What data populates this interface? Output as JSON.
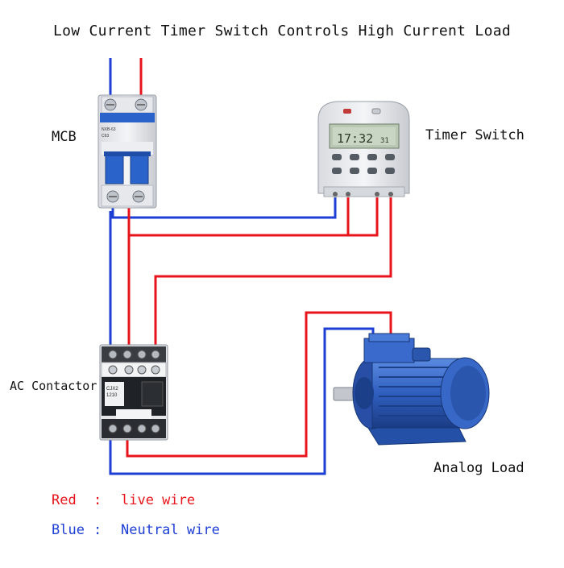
{
  "title": "Low Current Timer Switch Controls High Current Load",
  "labels": {
    "mcb": "MCB",
    "timer_switch": "Timer Switch",
    "ac_contactor": "AC Contactor",
    "analog_load": "Analog Load"
  },
  "legend": {
    "red_key": "Red",
    "red_sep": ":",
    "red_value": "live wire",
    "blue_key": "Blue",
    "blue_sep": ":",
    "blue_value": "Neutral wire"
  },
  "device_text": {
    "mcb_model": "NXB-63",
    "mcb_rating": "C63",
    "timer_display": "17:32",
    "timer_seconds": "31",
    "contactor_model": "CJX2",
    "contactor_rating": "1210"
  },
  "colors": {
    "live_wire": "#e8141b",
    "neutral_wire": "#1d3fd6",
    "motor_body": "#2f5fbf"
  }
}
